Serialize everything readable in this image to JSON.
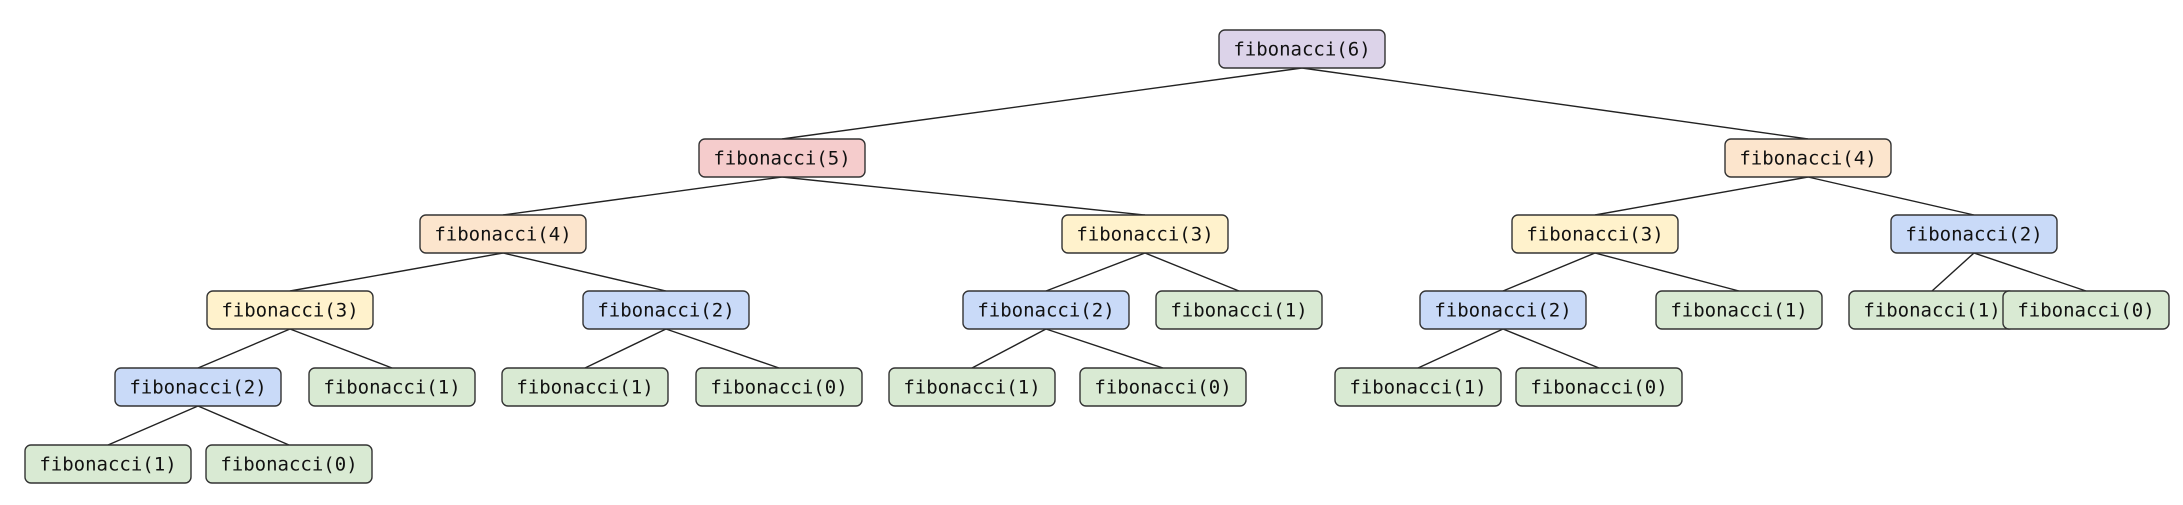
{
  "diagram": {
    "type": "recursion-tree",
    "colors": {
      "fib6": "#dcd3e9",
      "fib5": "#f5cccc",
      "fib4": "#fce5cd",
      "fib3": "#fff2cc",
      "fib2": "#c9daf8",
      "fib1": "#d9ead3",
      "fib0": "#d9ead3"
    },
    "nodes": [
      {
        "id": "n0",
        "label": "fibonacci(6)",
        "level": 0
      },
      {
        "id": "n1",
        "label": "fibonacci(5)",
        "level": 1
      },
      {
        "id": "n2",
        "label": "fibonacci(4)",
        "level": 1
      },
      {
        "id": "n3",
        "label": "fibonacci(4)",
        "level": 2
      },
      {
        "id": "n4",
        "label": "fibonacci(3)",
        "level": 2
      },
      {
        "id": "n5",
        "label": "fibonacci(3)",
        "level": 2
      },
      {
        "id": "n6",
        "label": "fibonacci(2)",
        "level": 2
      },
      {
        "id": "n7",
        "label": "fibonacci(3)",
        "level": 3
      },
      {
        "id": "n8",
        "label": "fibonacci(2)",
        "level": 3
      },
      {
        "id": "n9",
        "label": "fibonacci(2)",
        "level": 3
      },
      {
        "id": "n10",
        "label": "fibonacci(1)",
        "level": 3
      },
      {
        "id": "n11",
        "label": "fibonacci(2)",
        "level": 3
      },
      {
        "id": "n12",
        "label": "fibonacci(1)",
        "level": 3
      },
      {
        "id": "n13",
        "label": "fibonacci(1)",
        "level": 3
      },
      {
        "id": "n14",
        "label": "fibonacci(0)",
        "level": 3
      },
      {
        "id": "n15",
        "label": "fibonacci(2)",
        "level": 4
      },
      {
        "id": "n16",
        "label": "fibonacci(1)",
        "level": 4
      },
      {
        "id": "n17",
        "label": "fibonacci(1)",
        "level": 4
      },
      {
        "id": "n18",
        "label": "fibonacci(0)",
        "level": 4
      },
      {
        "id": "n19",
        "label": "fibonacci(1)",
        "level": 4
      },
      {
        "id": "n20",
        "label": "fibonacci(0)",
        "level": 4
      },
      {
        "id": "n21",
        "label": "fibonacci(1)",
        "level": 4
      },
      {
        "id": "n22",
        "label": "fibonacci(0)",
        "level": 4
      },
      {
        "id": "n23",
        "label": "fibonacci(1)",
        "level": 5
      },
      {
        "id": "n24",
        "label": "fibonacci(0)",
        "level": 5
      }
    ],
    "edges": [
      [
        "n0",
        "n1"
      ],
      [
        "n0",
        "n2"
      ],
      [
        "n1",
        "n3"
      ],
      [
        "n1",
        "n4"
      ],
      [
        "n2",
        "n5"
      ],
      [
        "n2",
        "n6"
      ],
      [
        "n3",
        "n7"
      ],
      [
        "n3",
        "n8"
      ],
      [
        "n4",
        "n9"
      ],
      [
        "n4",
        "n10"
      ],
      [
        "n5",
        "n11"
      ],
      [
        "n5",
        "n12"
      ],
      [
        "n6",
        "n13"
      ],
      [
        "n6",
        "n14"
      ],
      [
        "n7",
        "n15"
      ],
      [
        "n7",
        "n16"
      ],
      [
        "n8",
        "n17"
      ],
      [
        "n8",
        "n18"
      ],
      [
        "n9",
        "n19"
      ],
      [
        "n9",
        "n20"
      ],
      [
        "n11",
        "n21"
      ],
      [
        "n11",
        "n22"
      ],
      [
        "n15",
        "n23"
      ],
      [
        "n15",
        "n24"
      ]
    ]
  }
}
